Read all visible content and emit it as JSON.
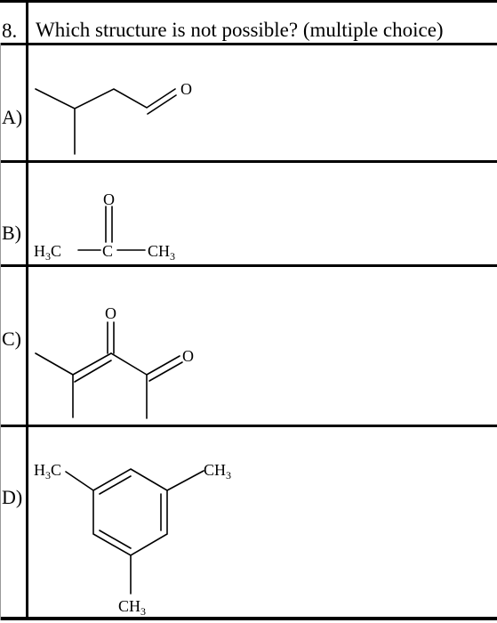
{
  "question": {
    "number": "8.",
    "text": "Which structure is not possible? (multiple choice)"
  },
  "options": [
    {
      "label": "A)",
      "atoms": {
        "o": "O"
      }
    },
    {
      "label": "B)",
      "atoms": {
        "o": "O",
        "left": "H",
        "left_sub": "3",
        "left_c": "C",
        "center": "C",
        "right": "CH",
        "right_sub": "3"
      }
    },
    {
      "label": "C)",
      "atoms": {
        "o_top": "O",
        "o_right": "O"
      }
    },
    {
      "label": "D)",
      "atoms": {
        "tl": "H",
        "tl_sub": "3",
        "tl_c": "C",
        "tr": "CH",
        "tr_sub": "3",
        "bottom": "CH",
        "bottom_sub": "3"
      }
    }
  ]
}
